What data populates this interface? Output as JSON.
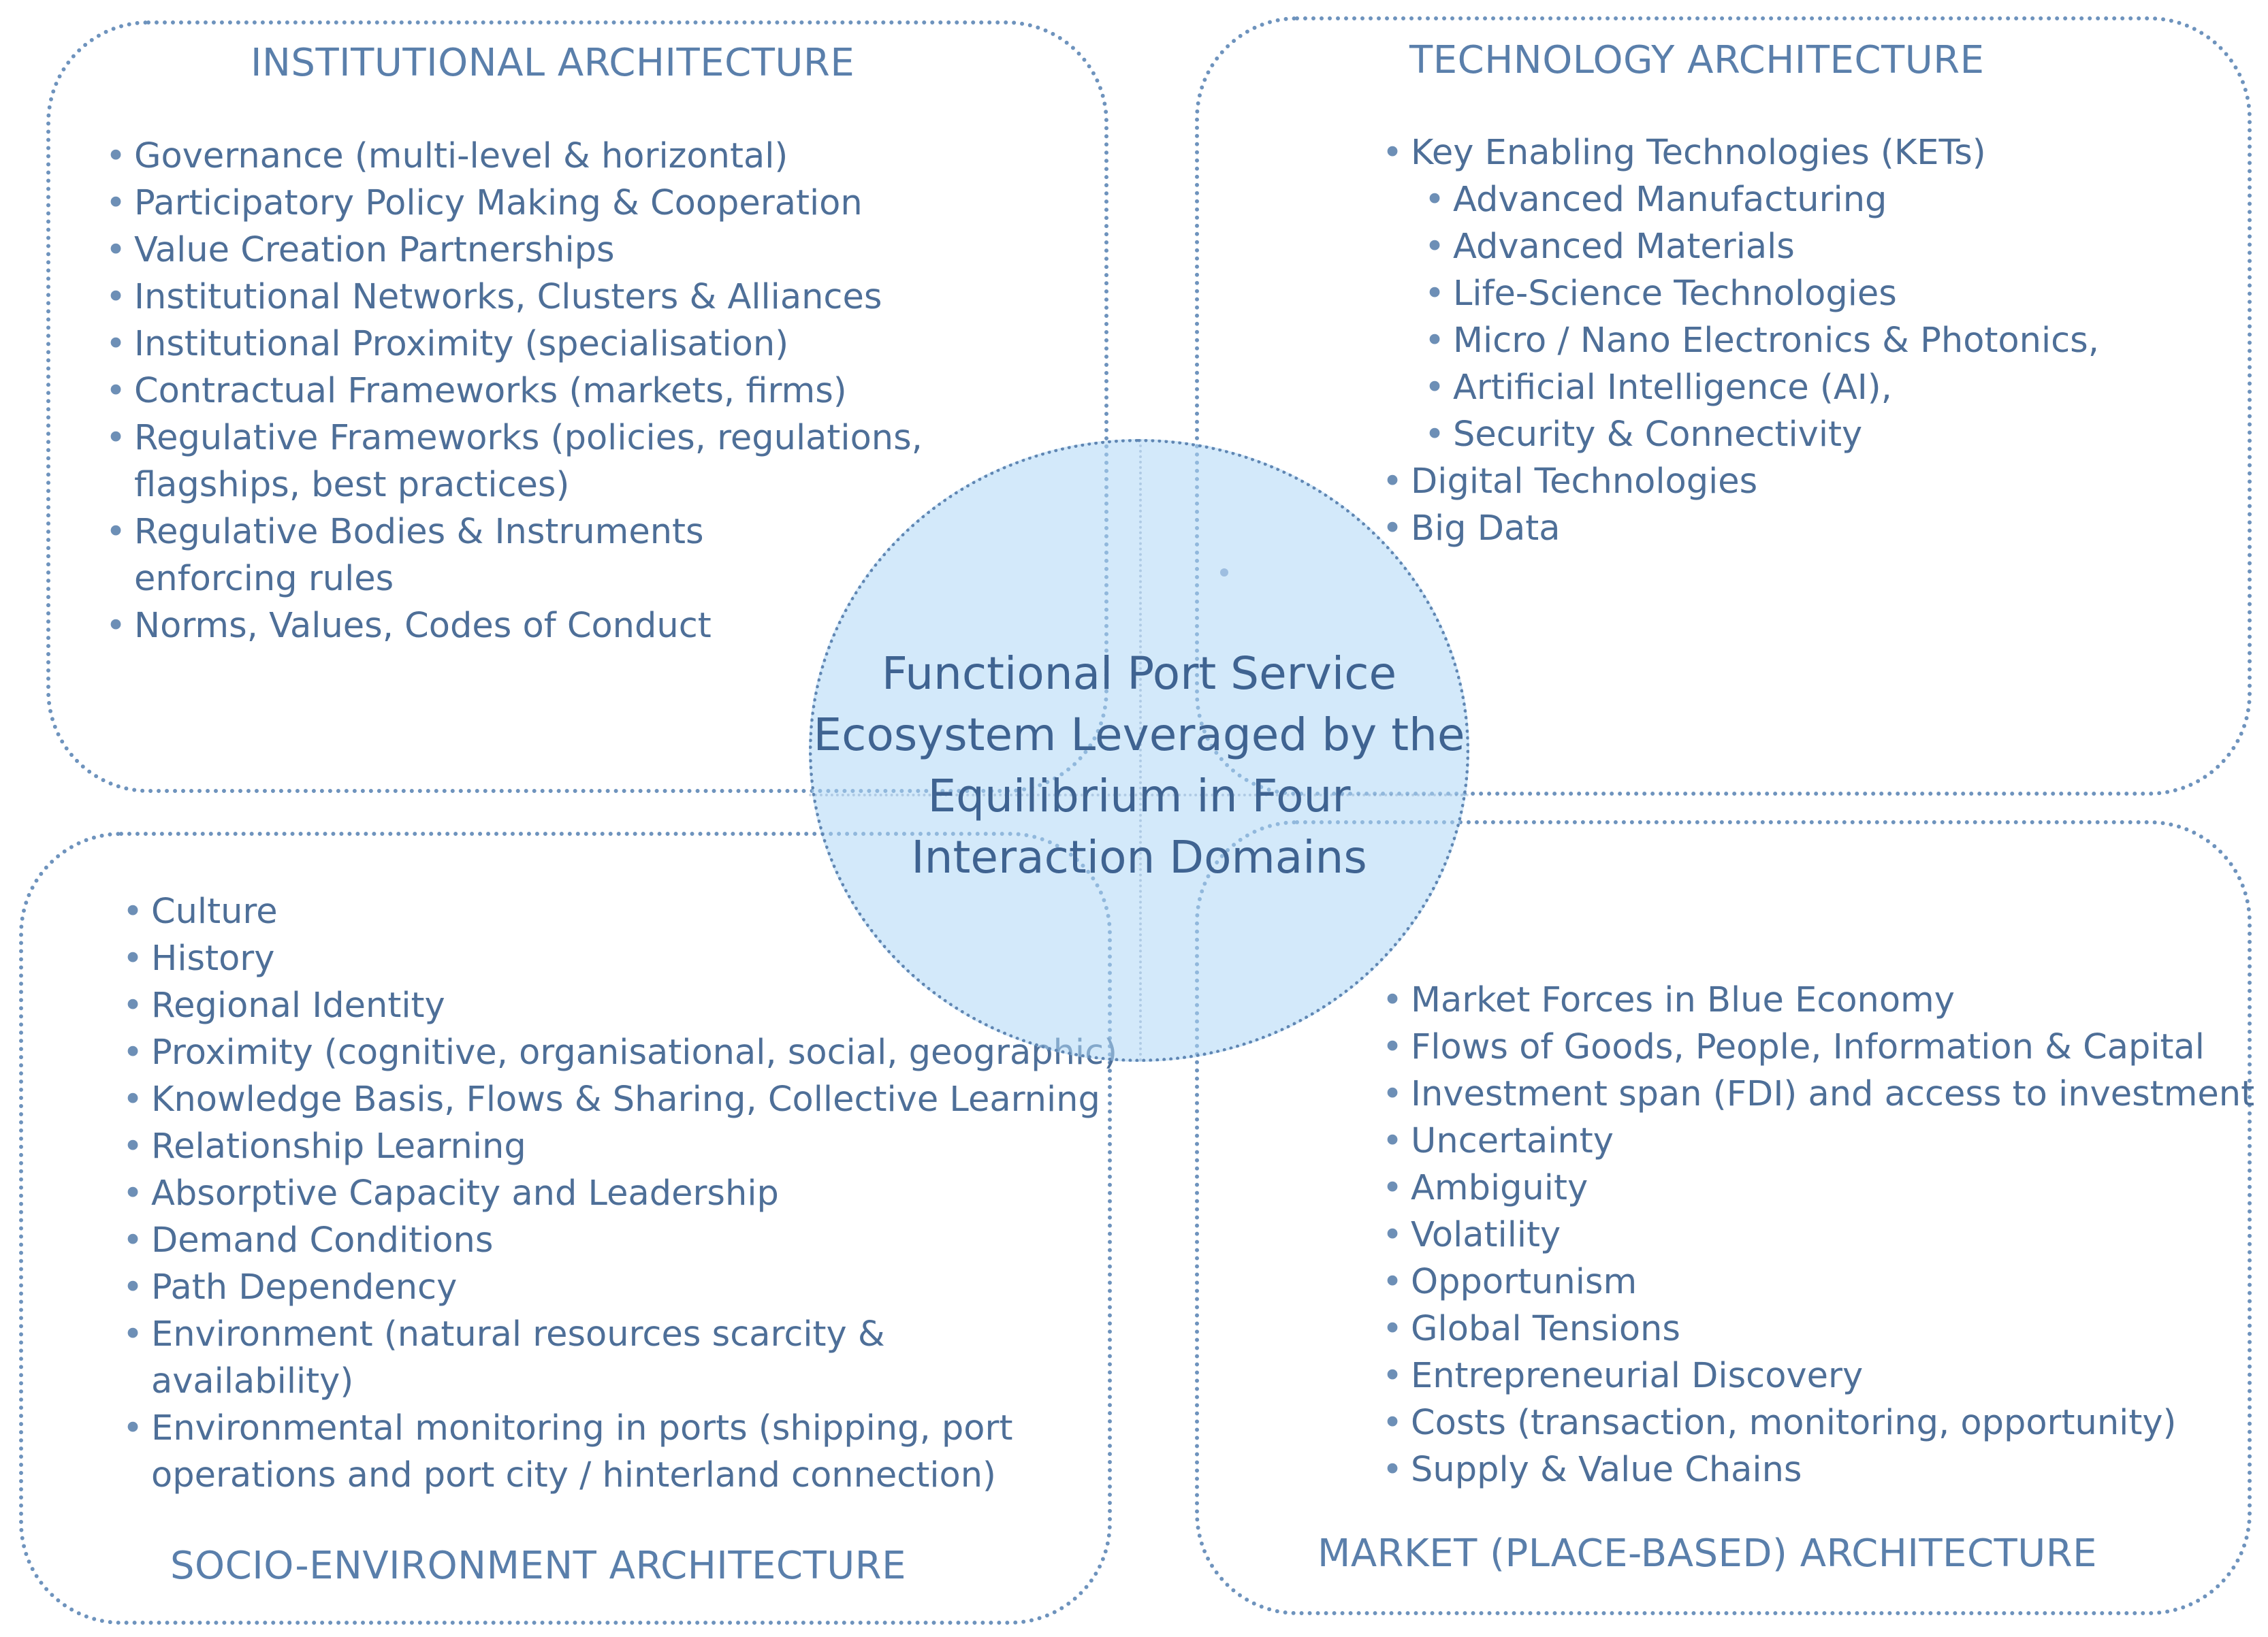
{
  "center": {
    "lines": [
      "Functional Port Service",
      "Ecosystem Leveraged by the",
      "Equilibrium in Four",
      "Interaction Domains"
    ]
  },
  "institutional": {
    "title": "INSTITUTIONAL ARCHITECTURE",
    "items": [
      "Governance (multi-level & horizontal)",
      "Participatory Policy Making & Cooperation",
      "Value Creation Partnerships",
      "Institutional Networks, Clusters & Alliances",
      "Institutional Proximity (specialisation)",
      "Contractual Frameworks (markets, firms)",
      "Regulative Frameworks (policies, regulations,\nflagships, best practices)",
      "Regulative Bodies & Instruments\nenforcing rules",
      "Norms, Values, Codes of Conduct"
    ]
  },
  "technology": {
    "title": "TECHNOLOGY ARCHITECTURE",
    "items": [
      "Key Enabling Technologies (KETs)",
      "Advanced Manufacturing",
      "Advanced Materials",
      "Life-Science Technologies",
      "Micro / Nano Electronics & Photonics,",
      "Artificial Intelligence (AI),",
      "Security & Connectivity",
      "Digital Technologies",
      "Big Data"
    ]
  },
  "socio": {
    "title": "SOCIO-ENVIRONMENT ARCHITECTURE",
    "items": [
      "Culture",
      "History",
      "Regional Identity",
      "Proximity (cognitive, organisational, social, geographic)",
      "Knowledge Basis, Flows & Sharing, Collective Learning",
      "Relationship Learning",
      "Absorptive Capacity and Leadership",
      "Demand Conditions",
      "Path Dependency",
      "Environment (natural resources scarcity &\navailability)",
      "Environmental monitoring in ports (shipping, port\noperations and port city / hinterland connection)"
    ]
  },
  "market": {
    "title": "MARKET (PLACE-BASED) ARCHITECTURE",
    "items": [
      "Market Forces in Blue Economy",
      "Flows of Goods, People, Information & Capital",
      "Investment span (FDI) and access to investment",
      "Uncertainty",
      "Ambiguity",
      "Volatility",
      "Opportunism",
      "Global Tensions",
      "Entrepreneurial Discovery",
      "Costs (transaction, monitoring, opportunity)",
      "Supply & Value Chains"
    ]
  }
}
